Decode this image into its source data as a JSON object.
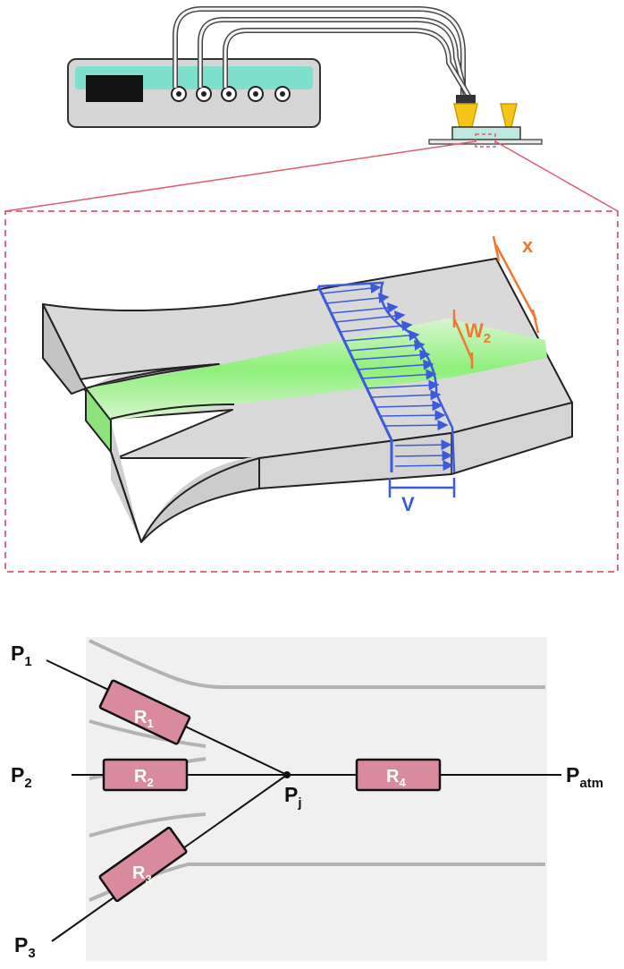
{
  "figure": {
    "zoom_frame_color": "#e05a6e",
    "flow_color": "#3b5bdb",
    "dimension_color": "#f07830",
    "stream_color": "#8ef07a",
    "resistor_color": "#d98a9c",
    "pump_accent_color": "#7de0cc"
  },
  "chip_view": {
    "label_x": "x",
    "label_w": "W",
    "label_w_sub": "2",
    "label_v": "V"
  },
  "circuit": {
    "p1": {
      "main": "P",
      "sub": "1"
    },
    "p2": {
      "main": "P",
      "sub": "2"
    },
    "p3": {
      "main": "P",
      "sub": "3"
    },
    "pj": {
      "main": "P",
      "sub": "j"
    },
    "patm": {
      "main": "P",
      "sub": "atm"
    },
    "r1": {
      "main": "R",
      "sub": "1"
    },
    "r2": {
      "main": "R",
      "sub": "2"
    },
    "r3": {
      "main": "R",
      "sub": "3"
    },
    "r4": {
      "main": "R",
      "sub": "4"
    }
  }
}
